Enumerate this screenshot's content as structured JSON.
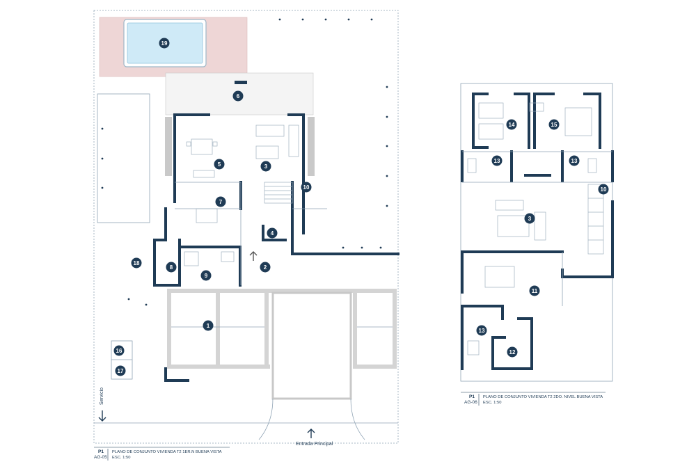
{
  "plans": [
    {
      "code_top": "P1",
      "code_bottom": "AG-05",
      "title": "PLANO DE CONJUNTO VIVIENDA T2 1ER.N BUENA VISTA",
      "scale": "ESC. 1:50",
      "annotations": {
        "service": "Servicio",
        "entrance": "Entrada Principal"
      },
      "room_numbers": [
        "19",
        "6",
        "5",
        "3",
        "10",
        "7",
        "4",
        "18",
        "8",
        "9",
        "2",
        "1",
        "16",
        "17"
      ]
    },
    {
      "code_top": "P1",
      "code_bottom": "AG-06",
      "title": "PLANO DE CONJUNTO VIVIENDA T2 2DO. NIVEL BUENA VISTA",
      "scale": "ESC. 1:50",
      "room_numbers": [
        "14",
        "15",
        "13",
        "13",
        "10",
        "3",
        "11",
        "13",
        "12"
      ]
    }
  ],
  "colors": {
    "wall": "#1f3b55",
    "pool": "#cfeaf7",
    "terrace": "#e9cfcf",
    "deck": "#d8d8d8"
  }
}
